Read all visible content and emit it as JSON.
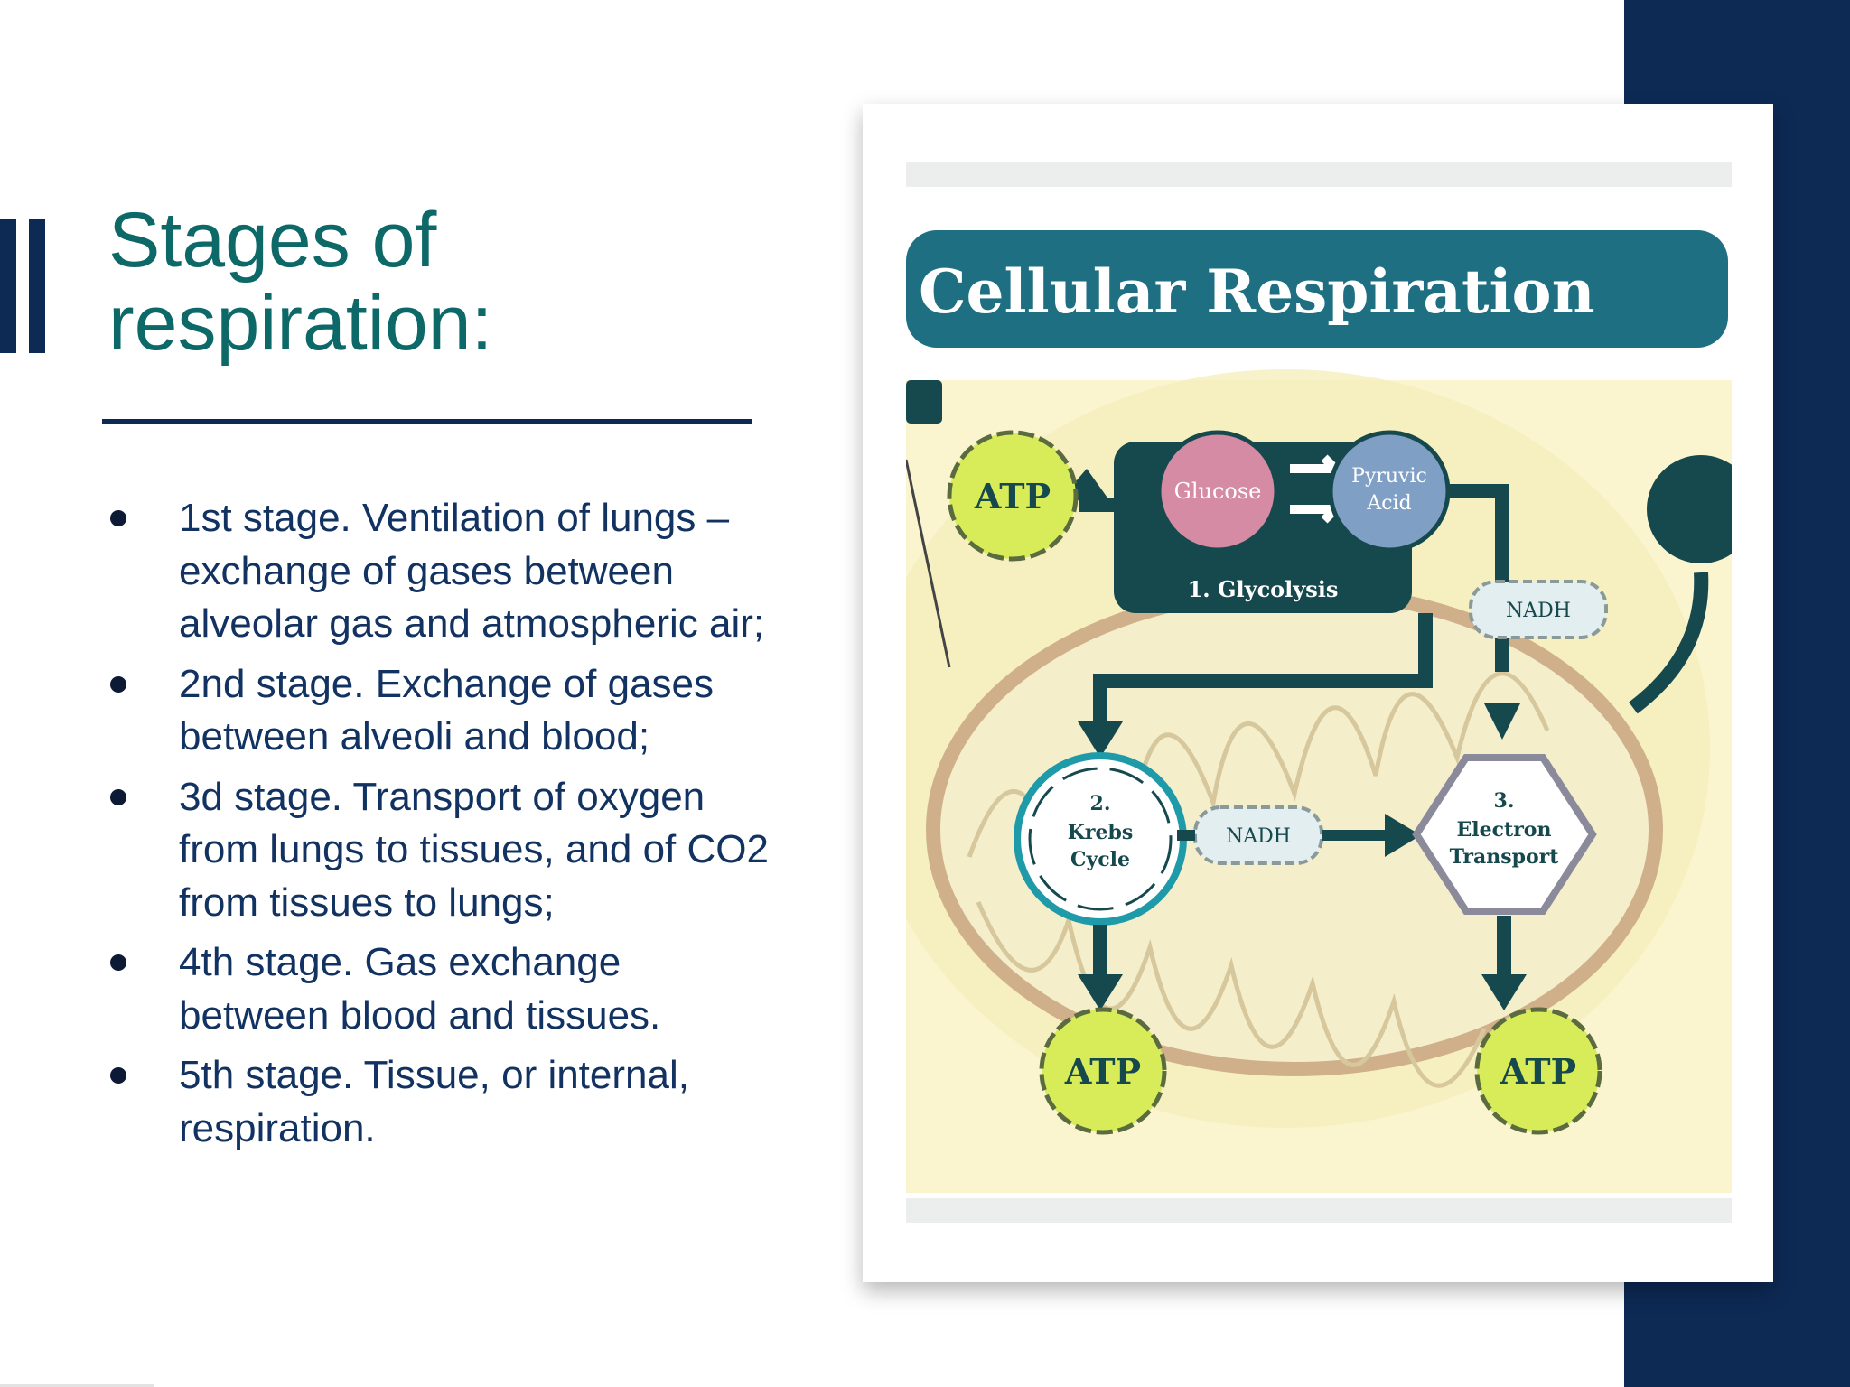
{
  "slide": {
    "title_line1": "Stages of",
    "title_line2": "respiration:",
    "bullets": [
      "1st stage. Ventilation of lungs – exchange of gases between alveolar gas and atmospheric air;",
      "2nd stage. Exchange of gases between alveoli and blood;",
      "3d stage. Transport of oxygen from lungs to tissues, and of CO2 from tissues to lungs;",
      "4th stage. Gas exchange between blood and tissues.",
      "5th stage. Tissue, or internal, respiration."
    ]
  },
  "diagram": {
    "title": "Cellular Respiration",
    "glucose": "Glucose",
    "pyruvic_acid_line1": "Pyruvic",
    "pyruvic_acid_line2": "Acid",
    "glycolysis": "1. Glycolysis",
    "nadh_top": "NADH",
    "nadh_middle": "NADH",
    "krebs_num": "2.",
    "krebs_line1": "Krebs",
    "krebs_line2": "Cycle",
    "et_num": "3.",
    "et_line1": "Electron",
    "et_line2": "Transport",
    "atp_top": "ATP",
    "atp_bottom_left": "ATP",
    "atp_bottom_right": "ATP"
  },
  "colors": {
    "navy": "#0d2a55",
    "teal_title": "#0d6868",
    "body_text": "#123262",
    "diagram_teal": "#1e6f82",
    "diagram_dark": "#16494d",
    "atp_green": "#d8ec5a",
    "glucose_pink": "#d48ba3",
    "pyruvic_blue": "#7f9fc4",
    "cream": "#f7f1c6"
  }
}
